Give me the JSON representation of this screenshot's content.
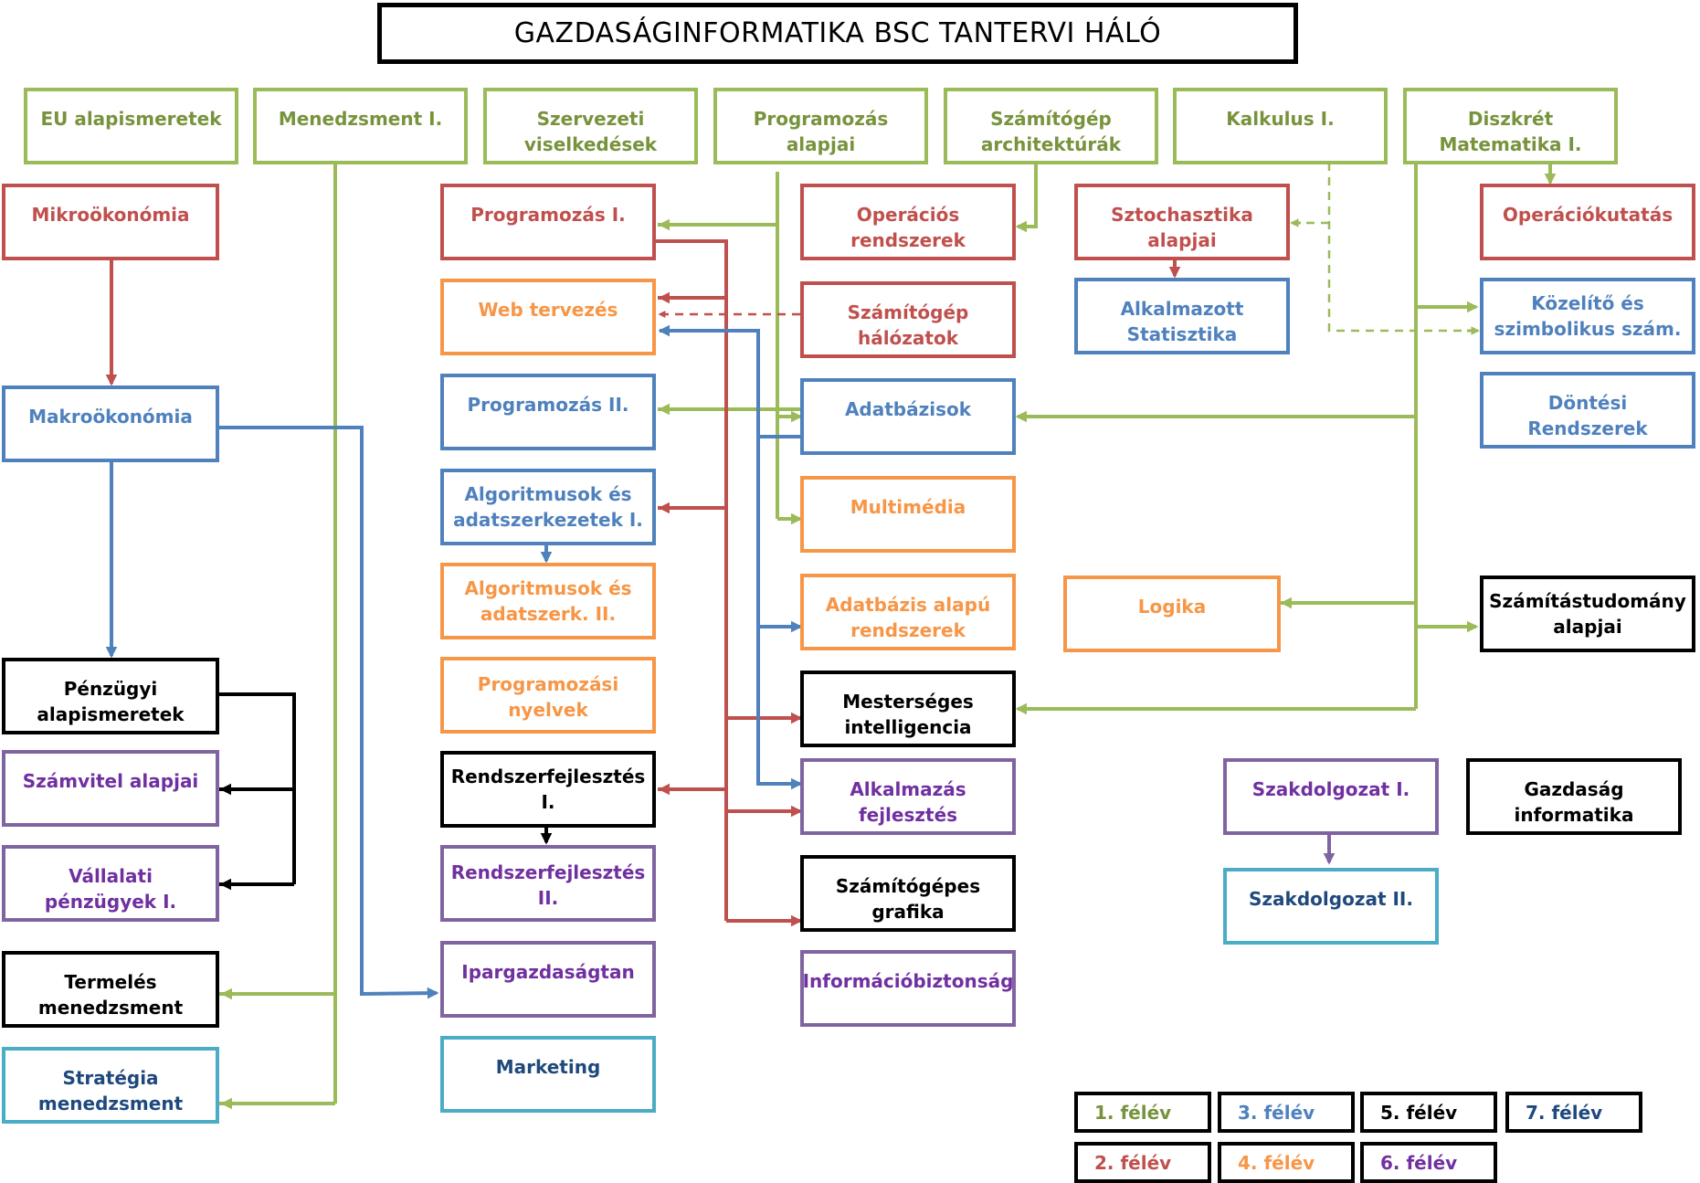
{
  "title": "GAZDASÁGINFORMATIKA BSC TANTERVI HÁLÓ",
  "colors": {
    "1": "#9BBB59",
    "2": "#C0504D",
    "3": "#4F81BD",
    "4": "#F79646",
    "5": "#000000",
    "6": "#8064A2",
    "7": "#4BACC6"
  },
  "courses": {
    "eu": "EU alapismeretek",
    "menedzsment1": "Menedzsment I.",
    "szervezeti": "Szervezeti\nviselkedések",
    "progalap": "Programozás\nalapjai",
    "szgarch": "Számítógép\narchitektúrák",
    "kalkulus1": "Kalkulus I.",
    "diszkret1": "Diszkrét\nMatematika I.",
    "mikro": "Mikroökonómia",
    "prog1": "Programozás I.",
    "oprend": "Operációs\nrendszerek",
    "sztoch": "Sztochasztika\nalapjai",
    "opkut": "Operációkutatás",
    "webterv": "Web tervezés",
    "szghalo": "Számítógép\nhálózatok",
    "alkstat": "Alkalmazott\nStatisztika",
    "kozelito": "Közelítő és\nszimbolikus szám.",
    "makro": "Makroökonómia",
    "prog2": "Programozás II.",
    "adatbazis": "Adatbázisok",
    "dontesi": "Döntési\nRendszerek",
    "alg1": "Algoritmusok és\nadatszerkezetek I.",
    "multimedia": "Multimédia",
    "alg2": "Algoritmusok és\nadatszerk. II.",
    "adatbazisalapu": "Adatbázis alapú\nrendszerek",
    "logika": "Logika",
    "szamtud": "Számítástudomány\nalapjai",
    "penzugyi": "Pénzügyi\nalapismeretek",
    "progny": "Programozási\nnyelvek",
    "mi": "Mesterséges\nintelligencia",
    "szamvitel": "Számvitel alapjai",
    "rendszerf1": "Rendszerfejlesztés\nI.",
    "alkfejl": "Alkalmazás\nfejlesztés",
    "szakd1": "Szakdolgozat I.",
    "gazdinf": "Gazdaság\ninformatika",
    "vallalati": "Vállalati\npénzügyek I.",
    "rendszerf2": "Rendszerfejlesztés\nII.",
    "grafika": "Számítógépes\ngrafika",
    "szakd2": "Szakdolgozat II.",
    "termeles": "Termelés\nmenedzsment",
    "ipargazd": "Ipargazdaságtan",
    "infobiz": "Információbiztonság",
    "strategia": "Stratégia\nmenedzsment",
    "marketing": "Marketing"
  },
  "legend": [
    "1. félév",
    "2. félév",
    "3. félév",
    "4. félév",
    "5. félév",
    "6. félév",
    "7. félév"
  ]
}
